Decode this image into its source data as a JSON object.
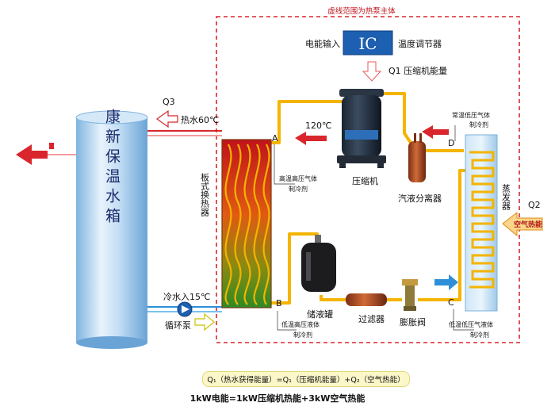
{
  "boundary_label": "虚线范围为热泵主体",
  "power_input_label": "电能输入",
  "ic_label": "IC",
  "temp_controller_label": "温度调节器",
  "q1_label": "Q1 压缩机能量",
  "compressor_label": "压缩机",
  "separator_label": "汽液分离器",
  "evaporator_label": "蒸发器",
  "q2_label": "Q2",
  "air_heat_label": "空气热能",
  "q3_label": "Q3",
  "hot_water_label": "热水60℃",
  "temp_120_label": "120℃",
  "point_a": "A",
  "point_b": "B",
  "point_c": "C",
  "point_d": "D",
  "a_note_line1": "高温高压气体",
  "a_note_line2": "制冷剂",
  "d_note_line1": "常温低压气体",
  "d_note_line2": "制冷剂",
  "b_note_line1": "低温高压液体",
  "b_note_line2": "制冷剂",
  "c_note_line1": "低温低压气液体",
  "c_note_line2": "制冷剂",
  "exchanger_label": "板式换热器",
  "tank_label": "康新保温水箱",
  "cold_water_label": "冷水入15℃",
  "pump_label": "循环泵",
  "receiver_label": "储液罐",
  "filter_label": "过滤器",
  "valve_label": "膨胀阀",
  "formula_line1": "Q₁（热水获得能量）=Q₁（压缩机能量）+Q₂（空气热能）",
  "formula_line2": "1kW电能=1kW压缩机热能+3kW空气热能",
  "colors": {
    "boundary": "#d9262c",
    "pipe": "#f4b400",
    "arrow_red": "#d9262c",
    "arrow_blue": "#2e8fd8",
    "tank_blue": "#a9cfee"
  }
}
